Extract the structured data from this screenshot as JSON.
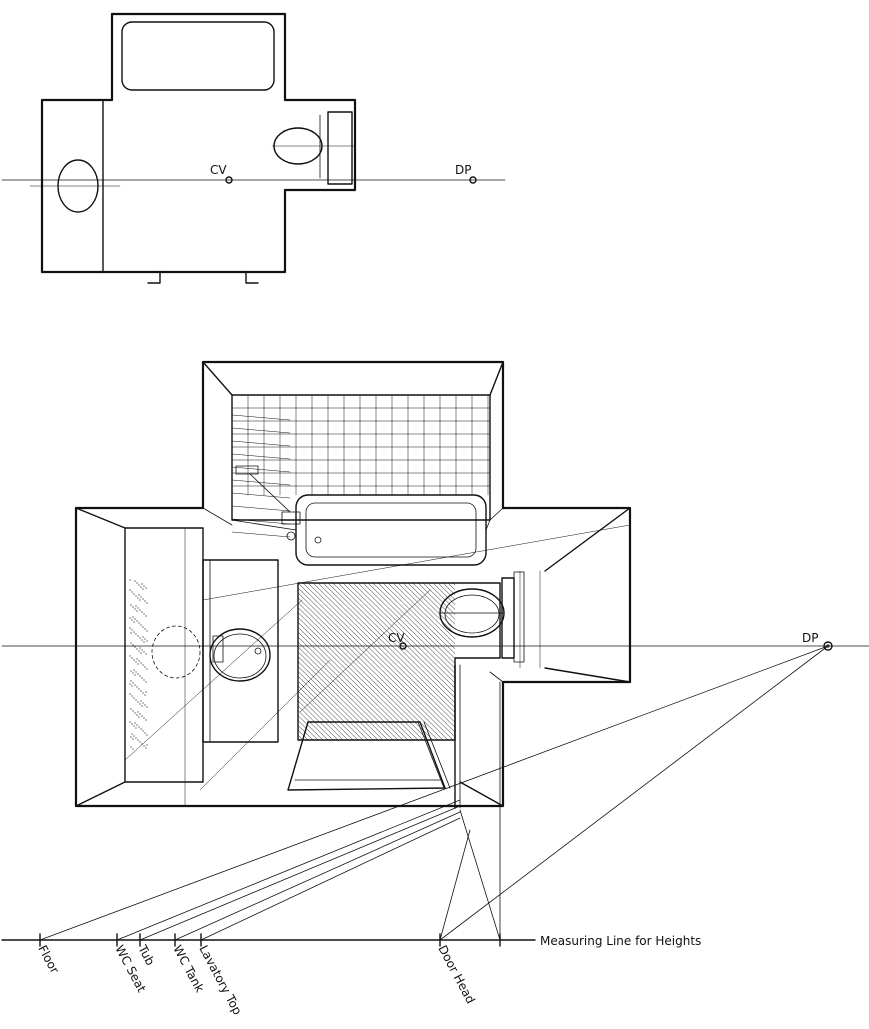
{
  "labels": {
    "cv_plan": "CV",
    "dp_plan": "DP",
    "cv_persp": "CV",
    "dp_persp": "DP",
    "measuring_line": "Measuring Line for Heights"
  },
  "height_marks": [
    {
      "label": "Floor"
    },
    {
      "label": "WC Seat"
    },
    {
      "label": "Tub"
    },
    {
      "label": "WC Tank"
    },
    {
      "label": "Lavatory Top"
    },
    {
      "label": "Door Head"
    }
  ],
  "colors": {
    "ink": "#111111",
    "paper": "#ffffff"
  }
}
